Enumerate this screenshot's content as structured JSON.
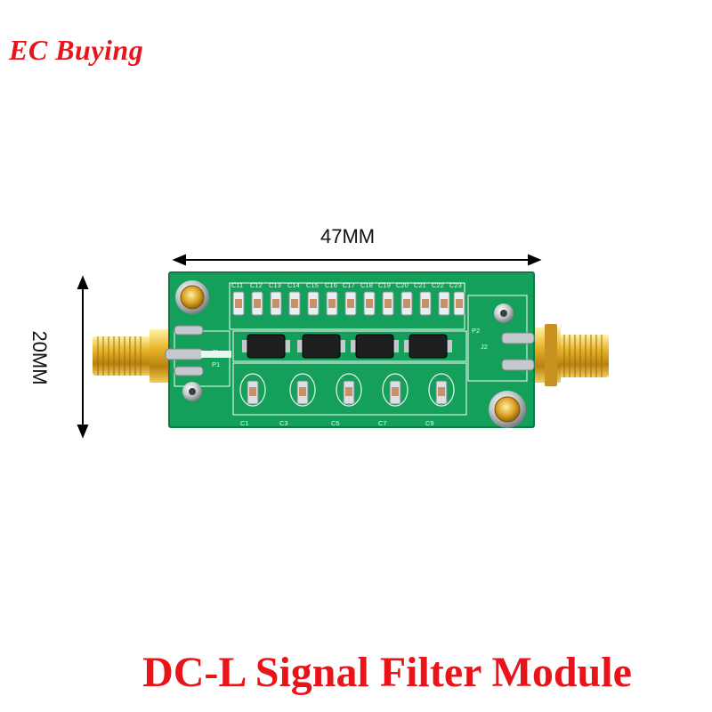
{
  "brand": {
    "text": "EC Buying",
    "color": "#e8141a"
  },
  "dimensions": {
    "width_label": "47MM",
    "height_label": "20MM"
  },
  "board": {
    "color": "#14a05a",
    "top_caps": [
      "C11",
      "C12",
      "C13",
      "C14",
      "C15",
      "C16",
      "C17",
      "C18",
      "C19",
      "C20",
      "C21",
      "C22",
      "C23"
    ],
    "bottom_caps": [
      "C1",
      "C3",
      "C5",
      "C7",
      "C9"
    ],
    "left_port": {
      "label_j": "J1",
      "label_p": "P1"
    },
    "right_port": {
      "label_j": "J2",
      "label_p": "P2"
    }
  },
  "product": {
    "title": "DC-L Signal Filter Module",
    "color": "#e8141a"
  }
}
